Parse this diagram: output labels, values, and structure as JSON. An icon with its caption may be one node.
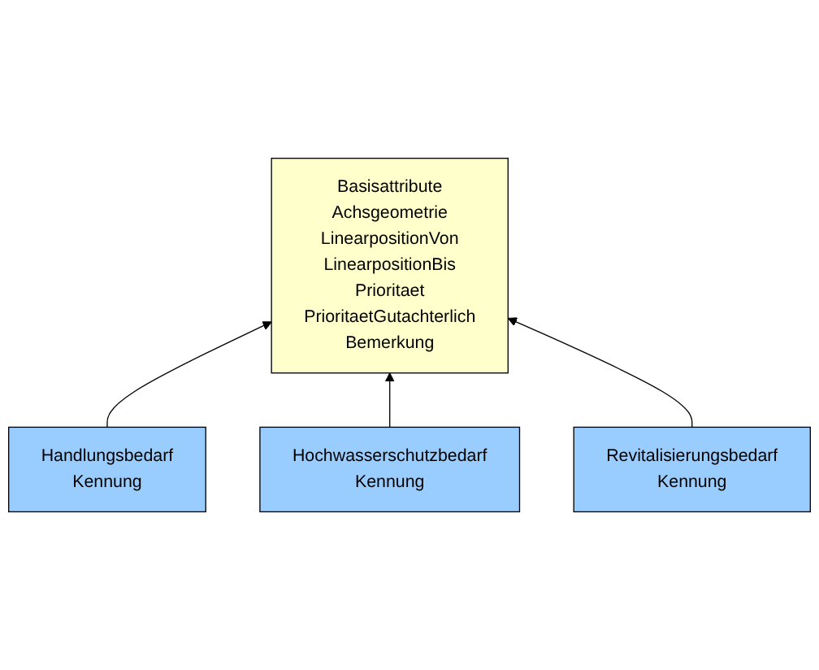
{
  "diagram": {
    "nodes": [
      {
        "text": [
          "Basisattribute",
          "Achsgeometrie",
          "LinearpositionVon",
          "LinearpositionBis",
          "Prioritaet",
          "PrioritaetGutachterlich",
          "Bemerkung"
        ]
      },
      {
        "text": [
          "Handlungsbedarf",
          "Kennung"
        ]
      },
      {
        "text": [
          "Hochwasserschutzbedarf",
          "Kennung"
        ]
      },
      {
        "text": [
          "Revitalisierungsbedarf",
          "Kennung"
        ]
      }
    ],
    "edges": [
      {
        "from": 1,
        "to": 0,
        "arrow": "to"
      },
      {
        "from": 2,
        "to": 0,
        "arrow": "to"
      },
      {
        "from": 3,
        "to": 0,
        "arrow": "to"
      }
    ]
  }
}
